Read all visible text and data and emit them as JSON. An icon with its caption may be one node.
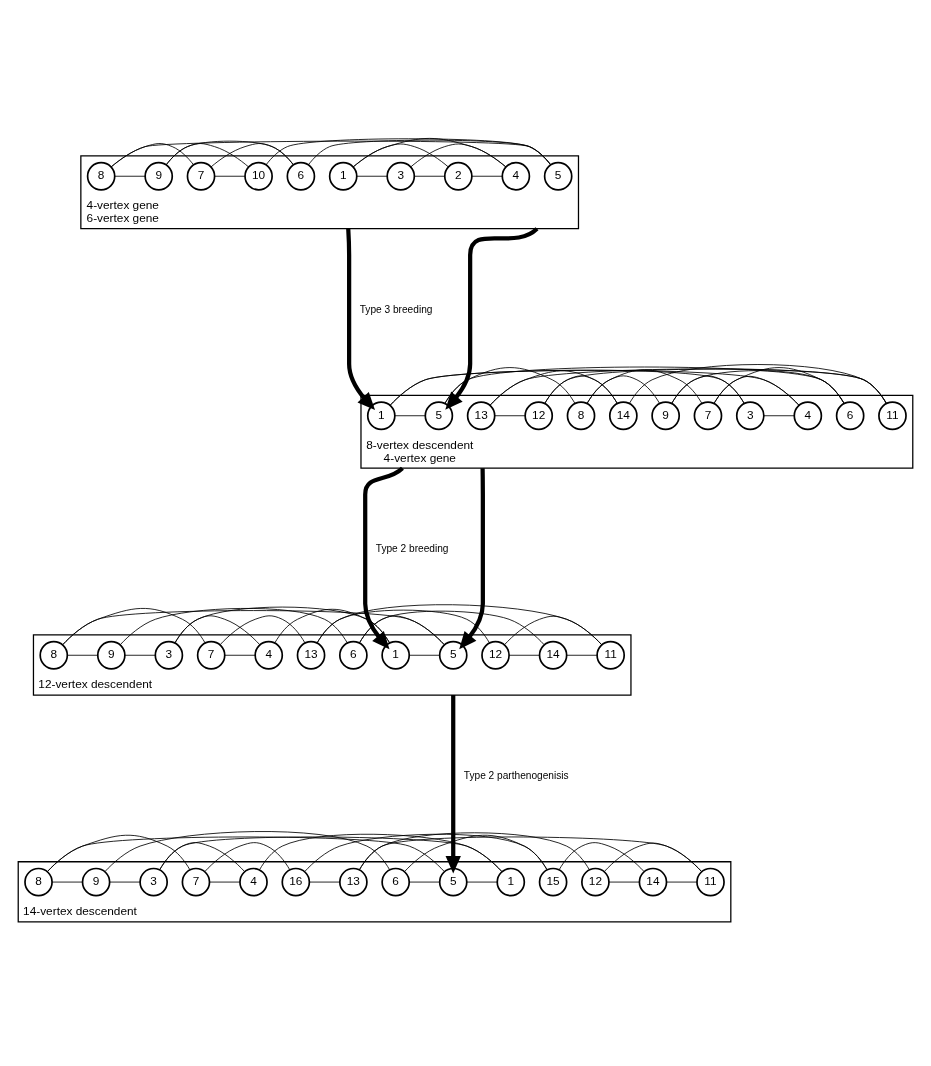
{
  "diagram": {
    "nodes": [
      {
        "text": [
          "4-vertex gene",
          "6-vertex gene"
        ]
      },
      {
        "text": [
          "1"
        ],
        "in": 0
      },
      {
        "text": [
          "4"
        ],
        "in": 0
      },
      {
        "text": [
          "2"
        ],
        "in": 0
      },
      {
        "text": [
          "3"
        ],
        "in": 0
      },
      {
        "text": [
          "5"
        ],
        "in": 0
      },
      {
        "text": [
          "6"
        ],
        "in": 0
      },
      {
        "text": [
          "10"
        ],
        "in": 0
      },
      {
        "text": [
          "7"
        ],
        "in": 0
      },
      {
        "text": [
          "9"
        ],
        "in": 0
      },
      {
        "text": [
          "8"
        ],
        "in": 0
      },
      {
        "text": [
          "8-vertex descendent",
          "4-vertex gene"
        ]
      },
      {
        "text": [
          "1"
        ],
        "in": 11
      },
      {
        "text": [
          "5"
        ],
        "in": 11
      },
      {
        "text": [
          "6"
        ],
        "in": 11
      },
      {
        "text": [
          "4"
        ],
        "in": 11
      },
      {
        "text": [
          "7"
        ],
        "in": 11
      },
      {
        "text": [
          "3"
        ],
        "in": 11
      },
      {
        "text": [
          "9"
        ],
        "in": 11
      },
      {
        "text": [
          "8"
        ],
        "in": 11
      },
      {
        "text": [
          "11"
        ],
        "in": 11
      },
      {
        "text": [
          "14"
        ],
        "in": 11
      },
      {
        "text": [
          "12"
        ],
        "in": 11
      },
      {
        "text": [
          "13"
        ],
        "in": 11
      },
      {
        "text": [
          "12-vertex descendent"
        ]
      },
      {
        "text": [
          "11"
        ],
        "in": 24
      },
      {
        "text": [
          "14"
        ],
        "in": 24
      },
      {
        "text": [
          "12"
        ],
        "in": 24
      },
      {
        "text": [
          "1"
        ],
        "in": 24
      },
      {
        "text": [
          "5"
        ],
        "in": 24
      },
      {
        "text": [
          "6"
        ],
        "in": 24
      },
      {
        "text": [
          "13"
        ],
        "in": 24
      },
      {
        "text": [
          "4"
        ],
        "in": 24
      },
      {
        "text": [
          "7"
        ],
        "in": 24
      },
      {
        "text": [
          "3"
        ],
        "in": 24
      },
      {
        "text": [
          "9"
        ],
        "in": 24
      },
      {
        "text": [
          "8"
        ],
        "in": 24
      },
      {
        "text": [
          "14-vertex descendent"
        ]
      },
      {
        "text": [
          "11"
        ],
        "in": 37
      },
      {
        "text": [
          "14"
        ],
        "in": 37
      },
      {
        "text": [
          "12"
        ],
        "in": 37
      },
      {
        "text": [
          "15"
        ],
        "in": 37
      },
      {
        "text": [
          "1"
        ],
        "in": 37
      },
      {
        "text": [
          "5"
        ],
        "in": 37
      },
      {
        "text": [
          "6"
        ],
        "in": 37
      },
      {
        "text": [
          "13"
        ],
        "in": 37
      },
      {
        "text": [
          "16"
        ],
        "in": 37
      },
      {
        "text": [
          "4"
        ],
        "in": 37
      },
      {
        "text": [
          "7"
        ],
        "in": 37
      },
      {
        "text": [
          "3"
        ],
        "in": 37
      },
      {
        "text": [
          "9"
        ],
        "in": 37
      },
      {
        "text": [
          "8"
        ],
        "in": 37
      }
    ],
    "edges": [
      {
        "from": 1,
        "to": 3,
        "arrow": "none"
      },
      {
        "from": 3,
        "to": 4,
        "arrow": "none"
      },
      {
        "from": 4,
        "to": 2,
        "arrow": "none"
      },
      {
        "from": 2,
        "to": 1,
        "arrow": "none"
      },
      {
        "from": 1,
        "to": 4,
        "arrow": "none"
      },
      {
        "from": 2,
        "to": 3,
        "arrow": "none"
      },
      {
        "from": 5,
        "to": 6,
        "arrow": "none"
      },
      {
        "from": 6,
        "to": 8,
        "arrow": "none"
      },
      {
        "from": 8,
        "to": 10,
        "arrow": "none"
      },
      {
        "from": 10,
        "to": 9,
        "arrow": "none"
      },
      {
        "from": 9,
        "to": 7,
        "arrow": "none"
      },
      {
        "from": 7,
        "to": 5,
        "arrow": "none"
      },
      {
        "from": 7,
        "to": 8,
        "arrow": "none"
      },
      {
        "from": 5,
        "to": 10,
        "arrow": "none"
      },
      {
        "from": 6,
        "to": 9,
        "arrow": "none"
      },
      {
        "from": 1,
        "to": 12,
        "arrow": "to",
        "style": "thick",
        "label": "Type 3 breeding"
      },
      {
        "from": 5,
        "to": 13,
        "arrow": "to",
        "style": "thick"
      },
      {
        "from": 12,
        "to": 13,
        "arrow": "none"
      },
      {
        "from": 13,
        "to": 14,
        "arrow": "none"
      },
      {
        "from": 14,
        "to": 16,
        "arrow": "none"
      },
      {
        "from": 16,
        "to": 19,
        "arrow": "none"
      },
      {
        "from": 19,
        "to": 18,
        "arrow": "none"
      },
      {
        "from": 18,
        "to": 17,
        "arrow": "none"
      },
      {
        "from": 17,
        "to": 15,
        "arrow": "none"
      },
      {
        "from": 15,
        "to": 12,
        "arrow": "none"
      },
      {
        "from": 12,
        "to": 17,
        "arrow": "none"
      },
      {
        "from": 15,
        "to": 16,
        "arrow": "none"
      },
      {
        "from": 13,
        "to": 19,
        "arrow": "none"
      },
      {
        "from": 14,
        "to": 18,
        "arrow": "none"
      },
      {
        "from": 20,
        "to": 22,
        "arrow": "none"
      },
      {
        "from": 22,
        "to": 23,
        "arrow": "none"
      },
      {
        "from": 23,
        "to": 21,
        "arrow": "none"
      },
      {
        "from": 21,
        "to": 20,
        "arrow": "none"
      },
      {
        "from": 20,
        "to": 23,
        "arrow": "none"
      },
      {
        "from": 21,
        "to": 22,
        "arrow": "none"
      },
      {
        "from": 13,
        "to": 28,
        "arrow": "to",
        "style": "thick",
        "label": "Type 2 breeding"
      },
      {
        "from": 23,
        "to": 29,
        "arrow": "to",
        "style": "thick"
      },
      {
        "from": 28,
        "to": 29,
        "arrow": "none"
      },
      {
        "from": 29,
        "to": 30,
        "arrow": "none"
      },
      {
        "from": 30,
        "to": 26,
        "arrow": "none"
      },
      {
        "from": 26,
        "to": 25,
        "arrow": "none"
      },
      {
        "from": 25,
        "to": 27,
        "arrow": "none"
      },
      {
        "from": 27,
        "to": 31,
        "arrow": "none"
      },
      {
        "from": 31,
        "to": 33,
        "arrow": "none"
      },
      {
        "from": 33,
        "to": 36,
        "arrow": "none"
      },
      {
        "from": 36,
        "to": 35,
        "arrow": "none"
      },
      {
        "from": 35,
        "to": 34,
        "arrow": "none"
      },
      {
        "from": 34,
        "to": 32,
        "arrow": "none"
      },
      {
        "from": 32,
        "to": 28,
        "arrow": "none"
      },
      {
        "from": 28,
        "to": 34,
        "arrow": "none"
      },
      {
        "from": 32,
        "to": 33,
        "arrow": "none"
      },
      {
        "from": 29,
        "to": 36,
        "arrow": "none"
      },
      {
        "from": 30,
        "to": 35,
        "arrow": "none"
      },
      {
        "from": 25,
        "to": 31,
        "arrow": "none"
      },
      {
        "from": 26,
        "to": 27,
        "arrow": "none"
      },
      {
        "from": 29,
        "to": 43,
        "arrow": "to",
        "style": "thick",
        "label": "Type 2 parthenogenisis"
      },
      {
        "from": 42,
        "to": 43,
        "arrow": "none"
      },
      {
        "from": 43,
        "to": 44,
        "arrow": "none"
      },
      {
        "from": 44,
        "to": 41,
        "arrow": "none"
      },
      {
        "from": 41,
        "to": 39,
        "arrow": "none"
      },
      {
        "from": 39,
        "to": 38,
        "arrow": "none"
      },
      {
        "from": 38,
        "to": 40,
        "arrow": "none"
      },
      {
        "from": 40,
        "to": 45,
        "arrow": "none"
      },
      {
        "from": 45,
        "to": 46,
        "arrow": "none"
      },
      {
        "from": 46,
        "to": 48,
        "arrow": "none"
      },
      {
        "from": 41,
        "to": 46,
        "arrow": "none"
      },
      {
        "from": 48,
        "to": 51,
        "arrow": "none"
      },
      {
        "from": 51,
        "to": 50,
        "arrow": "none"
      },
      {
        "from": 50,
        "to": 49,
        "arrow": "none"
      },
      {
        "from": 49,
        "to": 47,
        "arrow": "none"
      },
      {
        "from": 47,
        "to": 42,
        "arrow": "none"
      },
      {
        "from": 42,
        "to": 49,
        "arrow": "none"
      },
      {
        "from": 47,
        "to": 48,
        "arrow": "none"
      },
      {
        "from": 43,
        "to": 51,
        "arrow": "none"
      },
      {
        "from": 44,
        "to": 50,
        "arrow": "none"
      },
      {
        "from": 38,
        "to": 45,
        "arrow": "none"
      },
      {
        "from": 39,
        "to": 40,
        "arrow": "none"
      }
    ]
  }
}
